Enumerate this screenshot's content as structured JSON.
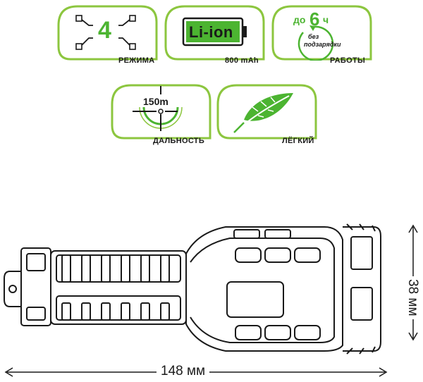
{
  "badges": {
    "modes": {
      "value": "4",
      "caption": "РЕЖИМА"
    },
    "battery": {
      "label": "Li-ion",
      "caption": "800 mAh"
    },
    "runtime": {
      "prefix": "до",
      "number": "6",
      "unit": "ч",
      "note_line1": "без",
      "note_line2": "подзарядки",
      "caption": "РАБОТЫ"
    },
    "range": {
      "value": "150m",
      "caption": "ДАЛЬНОСТЬ"
    },
    "weight": {
      "caption": "ЛЁГКИЙ"
    }
  },
  "dimensions": {
    "length": "148 мм",
    "height": "38 мм"
  },
  "colors": {
    "accent": "#4cb431",
    "frame": "#8cc63f",
    "ink": "#1a1a1a"
  },
  "icons": [
    "modes-icon",
    "battery-icon",
    "clock-icon",
    "crosshair-icon",
    "feather-icon",
    "flashlight-drawing"
  ]
}
